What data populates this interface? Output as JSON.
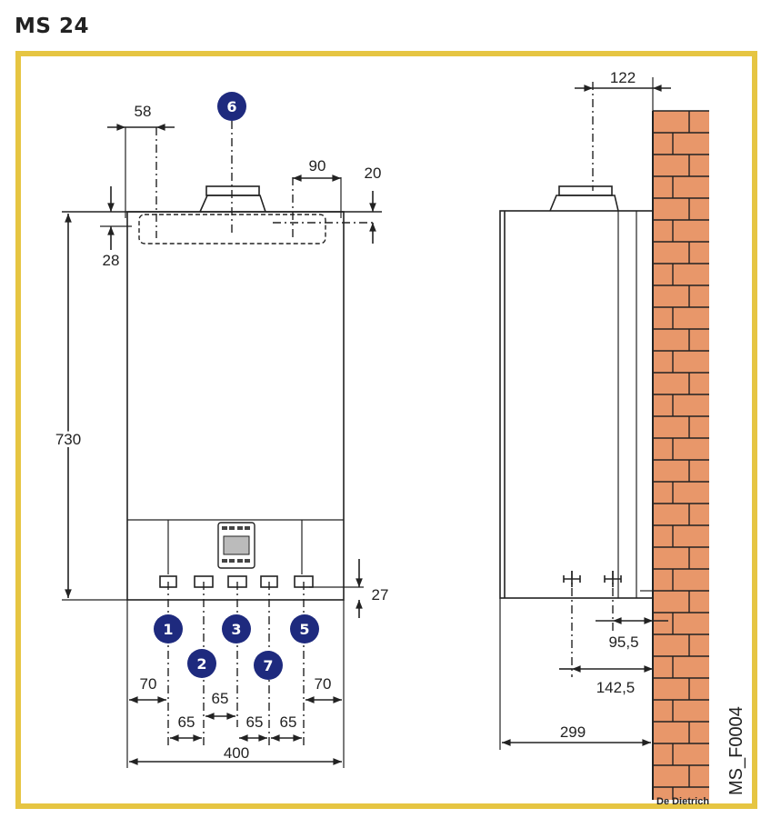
{
  "title": "MS 24",
  "colors": {
    "frame": "#e6c542",
    "brick": "#e8976a",
    "badge": "#1e2a7e"
  },
  "front_view": {
    "badges": [
      "1",
      "2",
      "3",
      "7",
      "5",
      "6"
    ],
    "dimensions": {
      "d58": "58",
      "d90": "90",
      "d20": "20",
      "d28": "28",
      "d730": "730",
      "d27": "27",
      "d70l": "70",
      "d70r": "70",
      "d65a": "65",
      "d65b": "65",
      "d65c": "65",
      "d65d": "65",
      "d400": "400"
    }
  },
  "side_view": {
    "dimensions": {
      "d122": "122",
      "d95": "95,5",
      "d142": "142,5",
      "d299": "299"
    }
  },
  "reference": "MS_F0004",
  "brand": "De Dietrich"
}
